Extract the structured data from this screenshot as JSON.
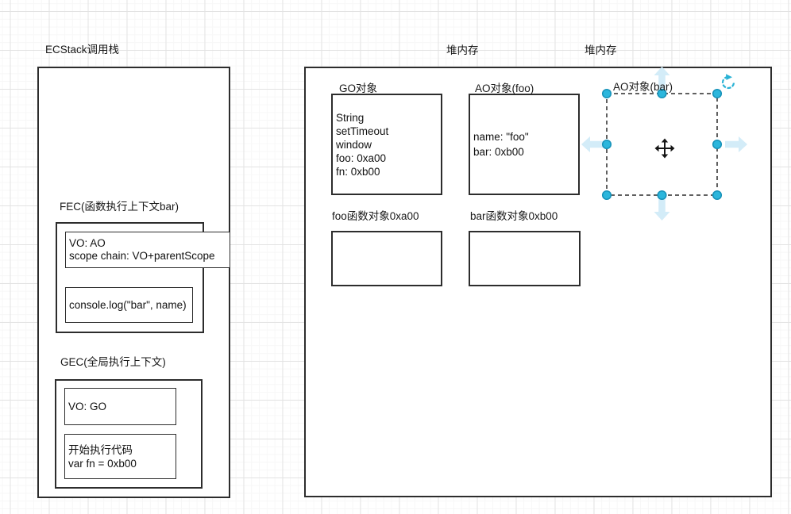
{
  "page": {
    "background": "#ffffff",
    "grid_major_color": "#e3e3e3",
    "grid_minor_color": "#f7f7f7",
    "shape_border_color": "#2d2d2d"
  },
  "stack": {
    "title": "ECStack调用栈",
    "fec_label": "FEC(函数执行上下文bar)",
    "fec_vo_line1": "VO: AO",
    "fec_vo_line2": "scope chain: VO+parentScope",
    "fec_code": "console.log(\"bar\", name)",
    "gec_label": "GEC(全局执行上下文)",
    "gec_vo_line1": "VO: GO",
    "gec_code_line1": "开始执行代码",
    "gec_code_line2": "var fn = 0xb00"
  },
  "heap": {
    "title_left": "堆内存",
    "title_right": "堆内存",
    "go_label": "GO对象",
    "go_lines": [
      "String",
      "setTimeout",
      "window",
      "foo: 0xa00",
      "fn: 0xb00"
    ],
    "ao_foo_label": "AO对象(foo)",
    "ao_foo_lines": [
      "name: \"foo\"",
      "bar: 0xb00"
    ],
    "ao_bar_label": "AO对象(bar)",
    "foo_fn_label": "foo函数对象0xa00",
    "bar_fn_label": "bar函数对象0xb00"
  },
  "selection": {
    "handle_fill": "#2cb6dc",
    "handle_stroke": "#1691b8",
    "outline_color": "#2b2b2b",
    "clone_arrow_color": "#d3ecf8",
    "rotate_icon_color": "#29b2d5",
    "rotate_icon_glyph": "↻",
    "move_icon_glyph": "✥"
  }
}
